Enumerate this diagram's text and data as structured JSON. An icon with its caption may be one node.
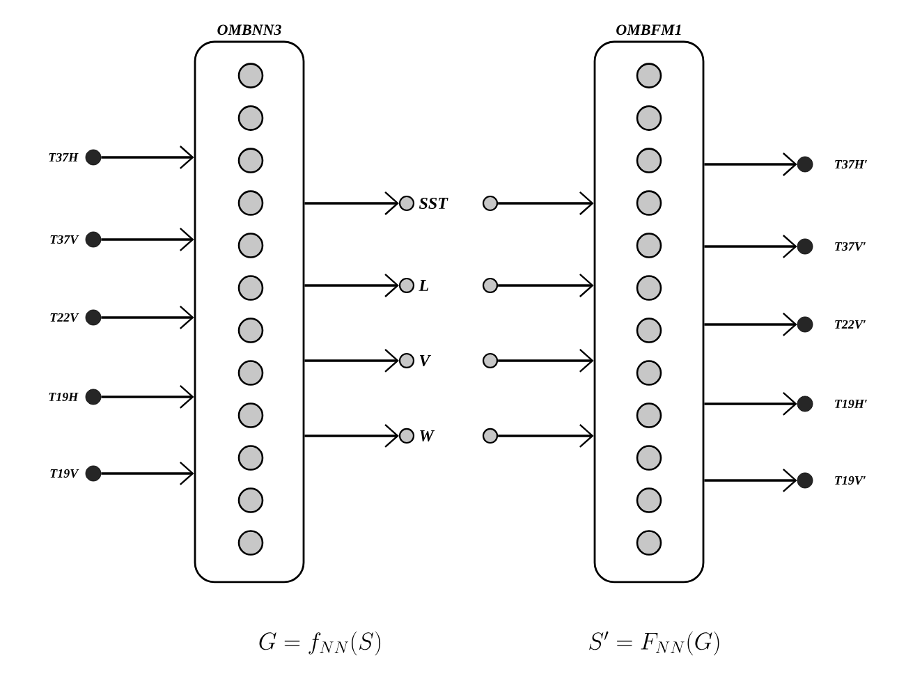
{
  "diagram": {
    "nodes": [
      {
        "text": [
          "OMBNN3"
        ]
      },
      {
        "text": [],
        "shape": "circle",
        "in": 0
      },
      {
        "text": [],
        "shape": "circle",
        "in": 0
      },
      {
        "text": [],
        "shape": "circle",
        "in": 0
      },
      {
        "text": [],
        "shape": "circle",
        "in": 0
      },
      {
        "text": [],
        "shape": "circle",
        "in": 0
      },
      {
        "text": [],
        "shape": "circle",
        "in": 0
      },
      {
        "text": [],
        "shape": "circle",
        "in": 0
      },
      {
        "text": [],
        "shape": "circle",
        "in": 0
      },
      {
        "text": [],
        "shape": "circle",
        "in": 0
      },
      {
        "text": [],
        "shape": "circle",
        "in": 0
      },
      {
        "text": [],
        "shape": "circle",
        "in": 0
      },
      {
        "text": [],
        "shape": "circle",
        "in": 0
      },
      {
        "text": [
          "OMBFM1"
        ]
      },
      {
        "text": [],
        "shape": "circle",
        "in": 13
      },
      {
        "text": [],
        "shape": "circle",
        "in": 13
      },
      {
        "text": [],
        "shape": "circle",
        "in": 13
      },
      {
        "text": [],
        "shape": "circle",
        "in": 13
      },
      {
        "text": [],
        "shape": "circle",
        "in": 13
      },
      {
        "text": [],
        "shape": "circle",
        "in": 13
      },
      {
        "text": [],
        "shape": "circle",
        "in": 13
      },
      {
        "text": [],
        "shape": "circle",
        "in": 13
      },
      {
        "text": [],
        "shape": "circle",
        "in": 13
      },
      {
        "text": [],
        "shape": "circle",
        "in": 13
      },
      {
        "text": [],
        "shape": "circle",
        "in": 13
      },
      {
        "text": [],
        "shape": "circle",
        "in": 13
      },
      {
        "text": [],
        "shape": "circle",
        "beside": [
          "T37H"
        ]
      },
      {
        "text": [],
        "shape": "circle",
        "beside": [
          "T37V"
        ]
      },
      {
        "text": [],
        "shape": "circle",
        "beside": [
          "T22V"
        ]
      },
      {
        "text": [],
        "shape": "circle",
        "beside": [
          "T19H"
        ]
      },
      {
        "text": [],
        "shape": "circle",
        "beside": [
          "T19V"
        ]
      },
      {
        "text": [],
        "shape": "circle",
        "beside": [
          "SST"
        ]
      },
      {
        "text": [],
        "shape": "circle",
        "beside": [
          "L"
        ]
      },
      {
        "text": [],
        "shape": "circle",
        "beside": [
          "V"
        ]
      },
      {
        "text": [],
        "shape": "circle",
        "beside": [
          "W"
        ]
      },
      {
        "text": [],
        "shape": "circle"
      },
      {
        "text": [],
        "shape": "circle"
      },
      {
        "text": [],
        "shape": "circle"
      },
      {
        "text": [],
        "shape": "circle"
      },
      {
        "text": [],
        "shape": "circle",
        "beside": [
          "T37H′"
        ]
      },
      {
        "text": [],
        "shape": "circle",
        "beside": [
          "T37V′"
        ]
      },
      {
        "text": [],
        "shape": "circle",
        "beside": [
          "T22V′"
        ]
      },
      {
        "text": [],
        "shape": "circle",
        "beside": [
          "T19H′"
        ]
      },
      {
        "text": [],
        "shape": "circle",
        "beside": [
          "T19V′"
        ]
      }
    ],
    "edges": [
      {
        "from": 26,
        "to": 0,
        "arrow": "to"
      },
      {
        "from": 27,
        "to": 0,
        "arrow": "to"
      },
      {
        "from": 28,
        "to": 0,
        "arrow": "to"
      },
      {
        "from": 29,
        "to": 0,
        "arrow": "to"
      },
      {
        "from": 30,
        "to": 0,
        "arrow": "to"
      },
      {
        "from": 0,
        "to": 31,
        "arrow": "to"
      },
      {
        "from": 0,
        "to": 32,
        "arrow": "to"
      },
      {
        "from": 0,
        "to": 33,
        "arrow": "to"
      },
      {
        "from": 0,
        "to": 34,
        "arrow": "to"
      },
      {
        "from": 35,
        "to": 13,
        "arrow": "to"
      },
      {
        "from": 36,
        "to": 13,
        "arrow": "to"
      },
      {
        "from": 37,
        "to": 13,
        "arrow": "to"
      },
      {
        "from": 38,
        "to": 13,
        "arrow": "to"
      },
      {
        "from": 13,
        "to": 39,
        "arrow": "to"
      },
      {
        "from": 13,
        "to": 40,
        "arrow": "to"
      },
      {
        "from": 13,
        "to": 41,
        "arrow": "to"
      },
      {
        "from": 13,
        "to": 42,
        "arrow": "to"
      },
      {
        "from": 13,
        "to": 43,
        "arrow": "to"
      }
    ],
    "labels": [
      "G = f_{NN}(S)",
      "S' = F_{NN}(G)"
    ]
  }
}
